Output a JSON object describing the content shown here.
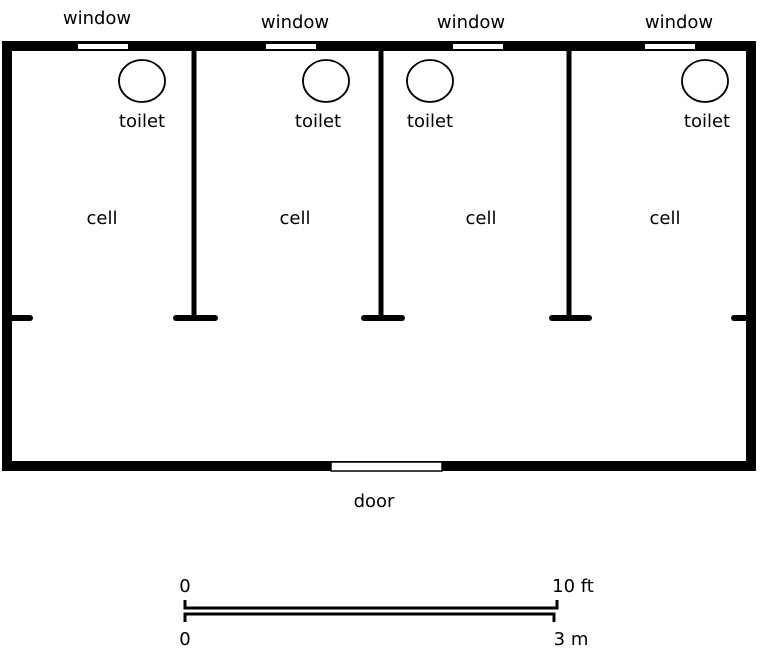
{
  "colors": {
    "wall": "#000000",
    "background": "#ffffff"
  },
  "cells": [
    {
      "window_label": "window",
      "toilet_label": "toilet",
      "cell_label": "cell"
    },
    {
      "window_label": "window",
      "toilet_label": "toilet",
      "cell_label": "cell"
    },
    {
      "window_label": "window",
      "toilet_label": "toilet",
      "cell_label": "cell"
    },
    {
      "window_label": "window",
      "toilet_label": "toilet",
      "cell_label": "cell"
    }
  ],
  "door_label": "door",
  "scale": {
    "ft_start": "0",
    "ft_end": "10 ft",
    "m_start": "0",
    "m_end": "3 m"
  }
}
